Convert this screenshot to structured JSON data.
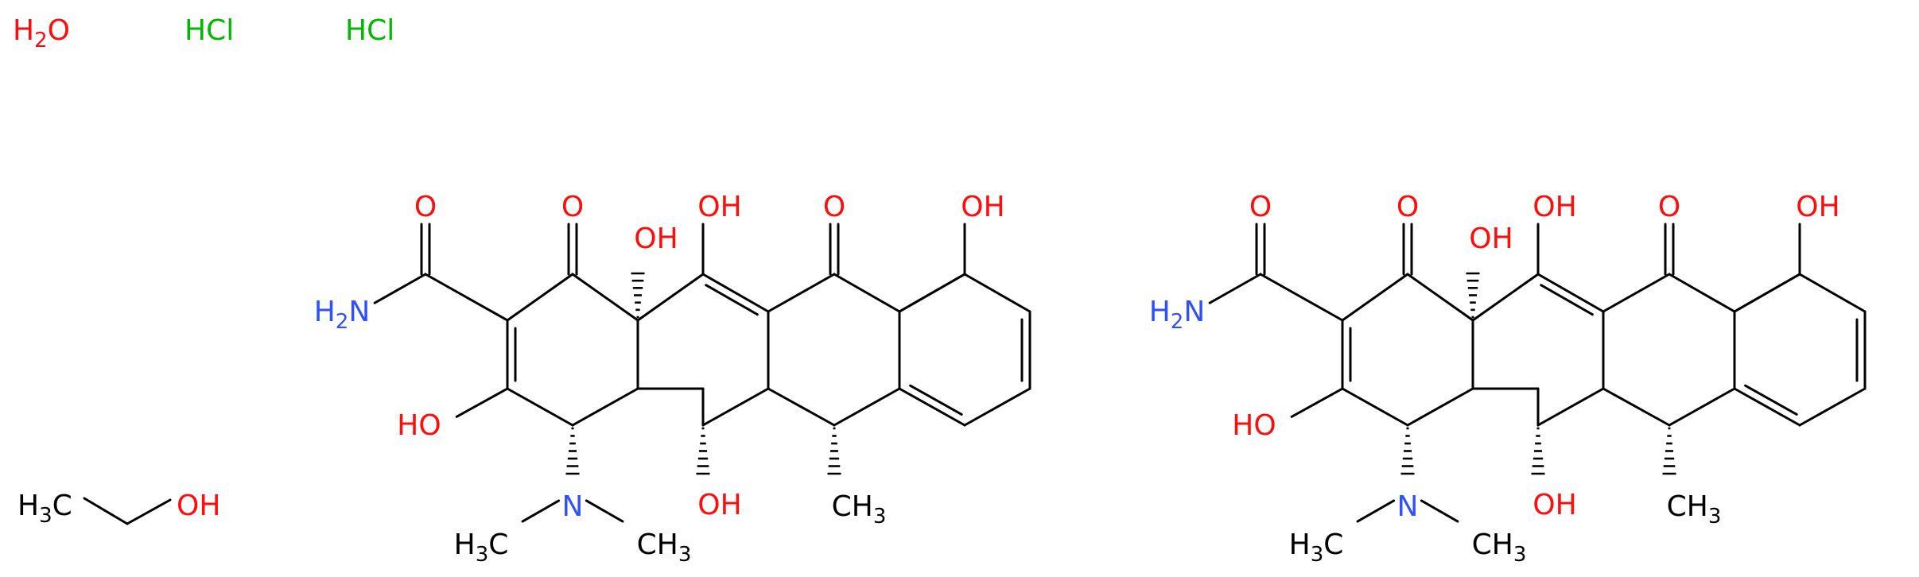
{
  "fragments": {
    "water": {
      "text": "H2O",
      "color": "#ff0d0d"
    },
    "hcl_1": {
      "text": "HCl",
      "color": "#00b800"
    },
    "hcl_2": {
      "text": "HCl",
      "color": "#00b800"
    },
    "ethanol": {
      "ch3": "H3C",
      "oh": "OH"
    }
  },
  "molecule": {
    "copies": 2,
    "atom_labels": {
      "amide_o": "O",
      "amide_n": "H2N",
      "ketone_1": "O",
      "c3_oh": "HO",
      "ring_oh": "OH",
      "c11_oh": "OH",
      "ketone_2": "O",
      "phenol_oh": "OH",
      "c5_oh": "OH",
      "n_dimethyl": "N",
      "nme_left": "H3C",
      "nme_right": "CH3",
      "c6_methyl": "CH3"
    }
  },
  "colors": {
    "oxygen": "#ff0d0d",
    "nitrogen": "#3050f8",
    "chlorine": "#00b800",
    "carbon": "#000000"
  }
}
